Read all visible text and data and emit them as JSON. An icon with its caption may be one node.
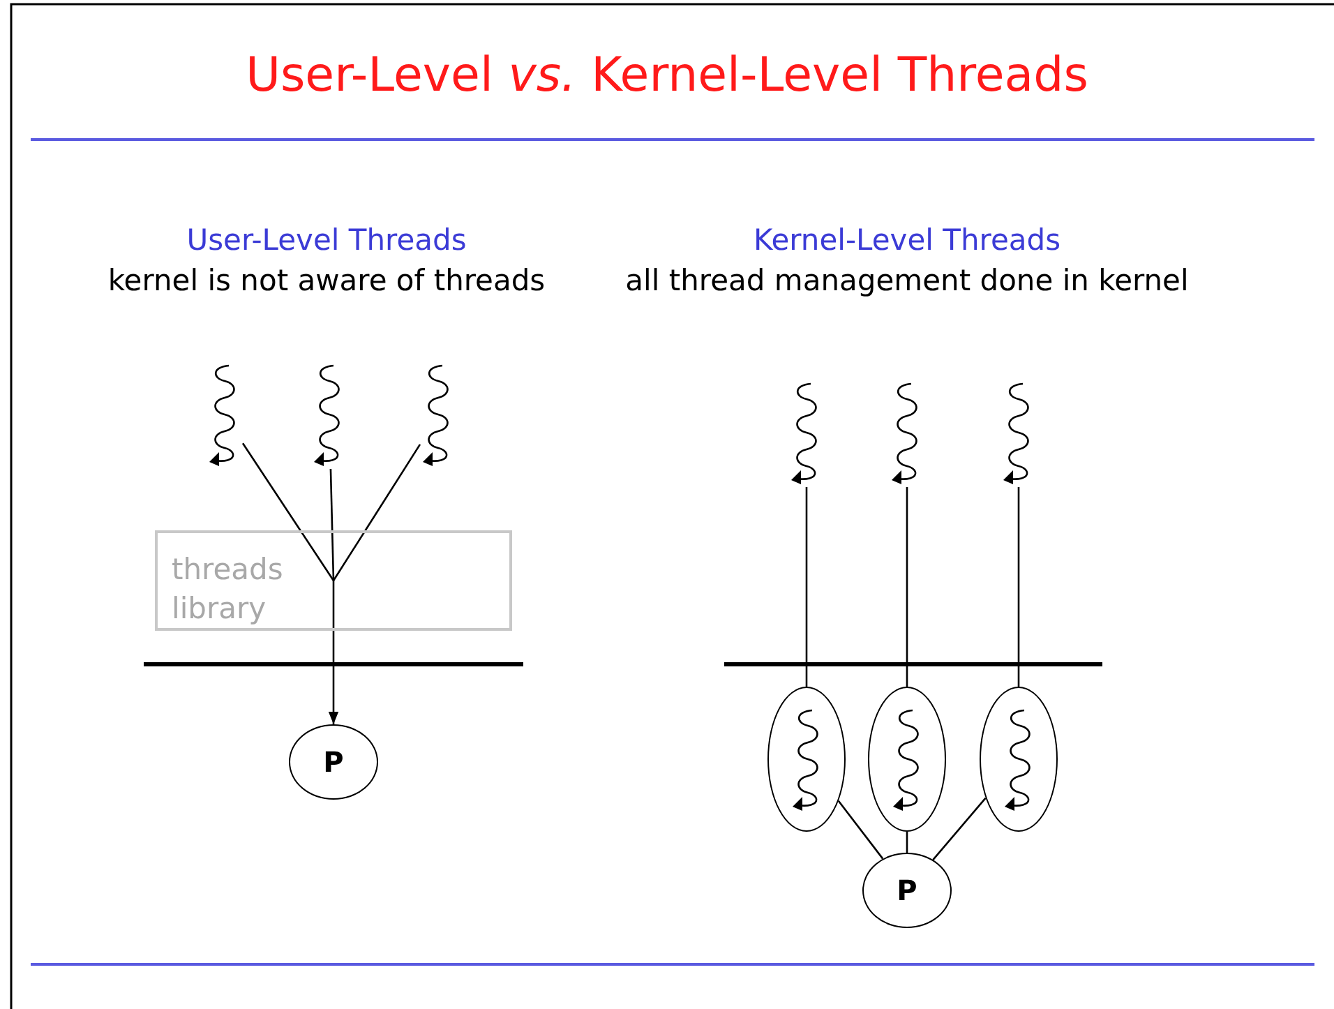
{
  "diagram": {
    "title": "User-Level *vs.* Kernel-Level Threads",
    "nodes": [
      {
        "text": [],
        "shape": "squiggle"
      },
      {
        "text": [],
        "shape": "squiggle"
      },
      {
        "text": [],
        "shape": "squiggle"
      },
      {
        "text": [
          "threads library"
        ]
      },
      {
        "text": [
          "P"
        ]
      },
      {
        "text": [],
        "shape": "squiggle"
      },
      {
        "text": [],
        "shape": "squiggle"
      },
      {
        "text": [],
        "shape": "squiggle"
      },
      {
        "text": [],
        "shape": "ellipse"
      },
      {
        "text": [],
        "shape": "squiggle",
        "in": 8
      },
      {
        "text": [],
        "shape": "ellipse"
      },
      {
        "text": [],
        "shape": "squiggle",
        "in": 10
      },
      {
        "text": [],
        "shape": "ellipse"
      },
      {
        "text": [],
        "shape": "squiggle",
        "in": 12
      },
      {
        "text": [
          "P"
        ]
      }
    ],
    "edges": [
      {
        "from": 0,
        "to": 3,
        "arrow": "none"
      },
      {
        "from": 1,
        "to": 3,
        "arrow": "none"
      },
      {
        "from": 2,
        "to": 3,
        "arrow": "none"
      },
      {
        "from": 3,
        "to": 4,
        "arrow": "to"
      },
      {
        "from": 5,
        "to": 8,
        "arrow": "none"
      },
      {
        "from": 6,
        "to": 10,
        "arrow": "none"
      },
      {
        "from": 7,
        "to": 12,
        "arrow": "none"
      },
      {
        "from": 8,
        "to": 14,
        "arrow": "none"
      },
      {
        "from": 10,
        "to": 14,
        "arrow": "none"
      },
      {
        "from": 12,
        "to": 14,
        "arrow": "none"
      }
    ],
    "labels": [
      "User-Level Threads",
      "kernel is not aware of threads",
      "Kernel-Level Threads",
      "all thread management done in kernel"
    ]
  }
}
